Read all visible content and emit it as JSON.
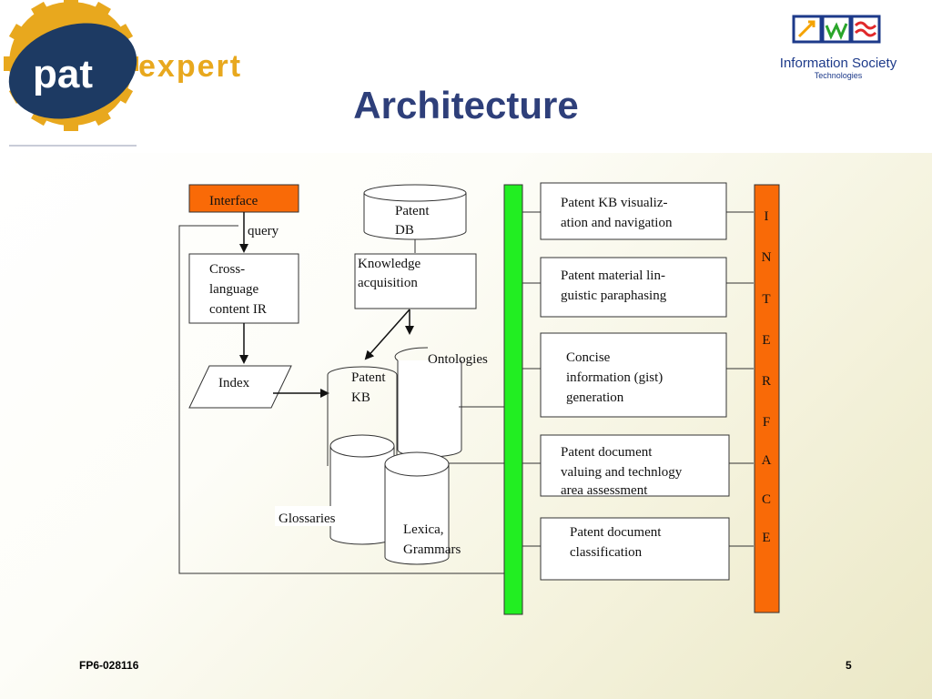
{
  "header": {
    "logo_left": {
      "word1": "pat",
      "word2": "expert"
    },
    "logo_right": {
      "line1": "Information Society",
      "line2": "Technologies"
    },
    "title": "Architecture"
  },
  "diagram": {
    "interface_label": "Interface",
    "query_label": "query",
    "cross_language": [
      "Cross-",
      "language",
      "content IR"
    ],
    "index_label": "Index",
    "patent_db": [
      "Patent",
      "DB"
    ],
    "knowledge_acquisition": [
      "Knowledge",
      "acquisition"
    ],
    "patent_kb": [
      "Patent",
      "KB"
    ],
    "ontologies": "Ontologies",
    "glossaries": "Glossaries",
    "lexica": [
      "Lexica,",
      "Grammars"
    ],
    "modules": [
      {
        "lines": [
          "Patent KB visualiz-",
          "ation and navigation"
        ]
      },
      {
        "lines": [
          "Patent material lin-",
          "guistic paraphasing"
        ]
      },
      {
        "lines": [
          "Concise",
          "information (gist)",
          "generation"
        ]
      },
      {
        "lines": [
          "Patent document",
          "valuing and technlogy",
          "area assessment"
        ]
      },
      {
        "lines": [
          "Patent document",
          "classification"
        ]
      }
    ],
    "interface_letters": [
      "I",
      "N",
      "T",
      "E",
      "R",
      "F",
      "A",
      "C",
      "E"
    ],
    "colors": {
      "interface_box": "#f96a07",
      "bus": "#22ee22",
      "title": "#2e3f7a"
    }
  },
  "footer": {
    "project_id": "FP6-028116",
    "page_number": "5"
  }
}
